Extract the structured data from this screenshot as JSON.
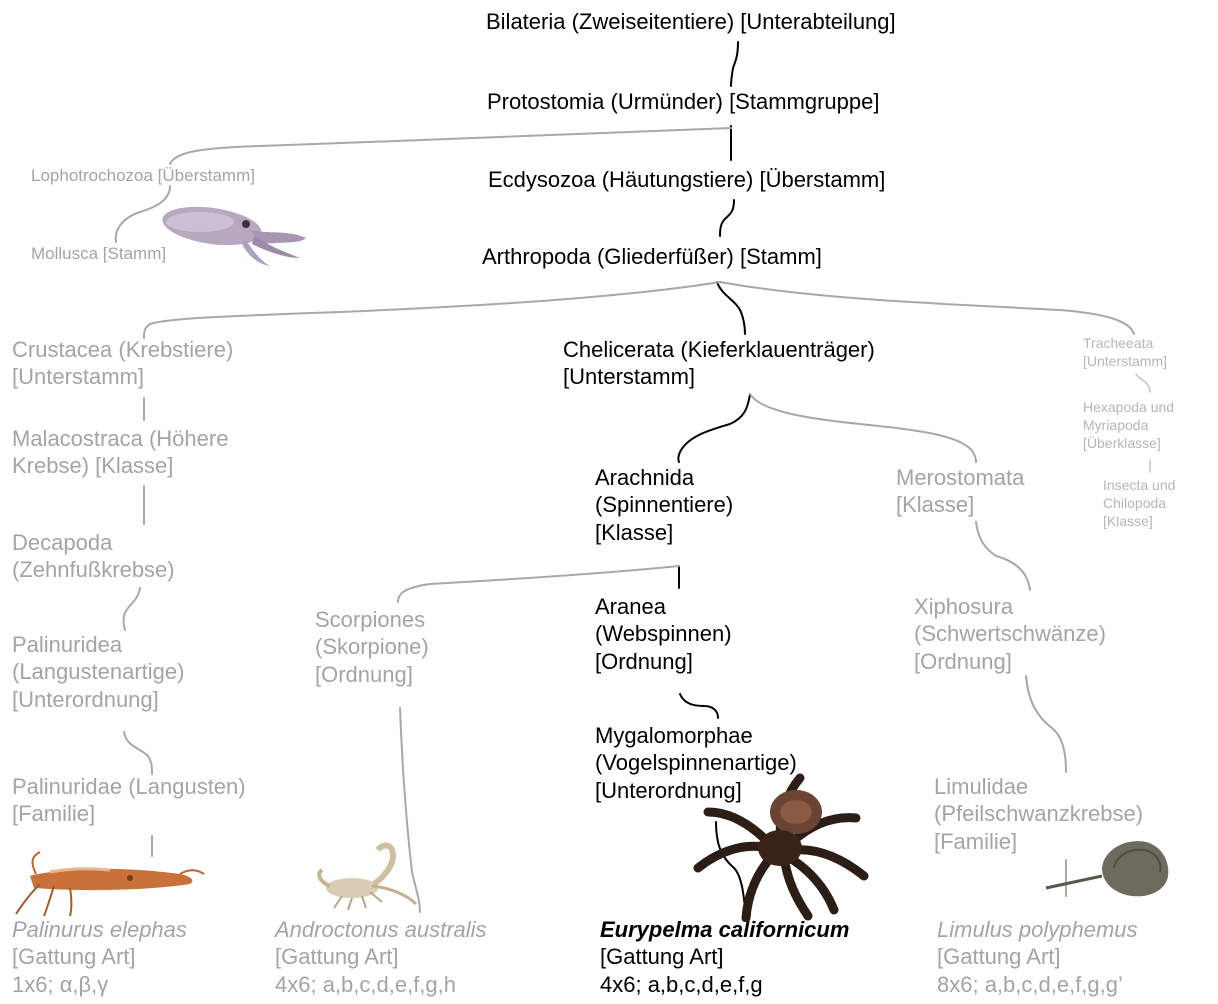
{
  "nodes": {
    "bilateria": "Bilateria (Zweiseitentiere) [Unterabteilung]",
    "protostomia": "Protostomia (Urmünder) [Stammgruppe]",
    "ecdysozoa": "Ecdysozoa (Häutungstiere) [Überstamm]",
    "arthropoda": "Arthropoda (Gliederfüßer) [Stamm]",
    "lophotrochozoa": "Lophotrochozoa [Überstamm]",
    "mollusca": "Mollusca [Stamm]",
    "crustacea": [
      "Crustacea (Krebstiere)",
      "[Unterstamm]"
    ],
    "malacostraca": [
      "Malacostraca (Höhere",
      "Krebse) [Klasse]"
    ],
    "decapoda": [
      "Decapoda",
      "(Zehnfußkrebse)"
    ],
    "palinuridea": [
      "Palinuridea",
      "(Langustenartige)",
      "[Unterordnung]"
    ],
    "palinuridae": [
      "Palinuridae (Langusten)",
      "[Familie]"
    ],
    "chelicerata": [
      "Chelicerata (Kieferklauenträger)",
      "[Unterstamm]"
    ],
    "tracheeata": [
      "Tracheeata",
      "[Unterstamm]"
    ],
    "hexapoda": [
      "Hexapoda und",
      "Myriapoda",
      "[Überklasse]"
    ],
    "insecta": [
      "Insecta und",
      "Chilopoda",
      "[Klasse]"
    ],
    "arachnida": [
      "Arachnida",
      "(Spinnentiere)",
      "[Klasse]"
    ],
    "merostomata": [
      "Merostomata",
      "[Klasse]"
    ],
    "scorpiones": [
      "Scorpiones",
      "(Skorpione)",
      "[Ordnung]"
    ],
    "aranea": [
      "Aranea",
      "(Webspinnen)",
      "[Ordnung]"
    ],
    "xiphosura": [
      "Xiphosura",
      "(Schwertschwänze)",
      "[Ordnung]"
    ],
    "mygalomorphae": [
      "Mygalomorphae",
      "(Vogelspinnenartige)",
      "[Unterordnung]"
    ],
    "limulidae": [
      "Limulidae",
      "(Pfeilschwanzkrebse)",
      "[Familie]"
    ]
  },
  "species": [
    {
      "name": "Palinurus elephas",
      "rank": "[Gattung Art]",
      "karyo": "1x6; α,β,γ"
    },
    {
      "name": "Androctonus australis",
      "rank": "[Gattung Art]",
      "karyo": "4x6; a,b,c,d,e,f,g,h"
    },
    {
      "name": "Eurypelma californicum",
      "rank": "[Gattung Art]",
      "karyo": "4x6; a,b,c,d,e,f,g"
    },
    {
      "name": "Limulus polyphemus",
      "rank": "[Gattung Art]",
      "karyo": "8x6; a,b,c,d,e,f,g,g’"
    }
  ],
  "images": {
    "mollusca": "cuttlefish-illustration",
    "palinurus": "spiny-lobster-illustration",
    "androctonus": "scorpion-illustration",
    "eurypelma": "tarantula-illustration",
    "limulus": "horseshoe-crab-illustration"
  },
  "colors": {
    "highlight": "#000000",
    "inactive": "#a4a4a4",
    "faint": "#b6b6b6"
  }
}
